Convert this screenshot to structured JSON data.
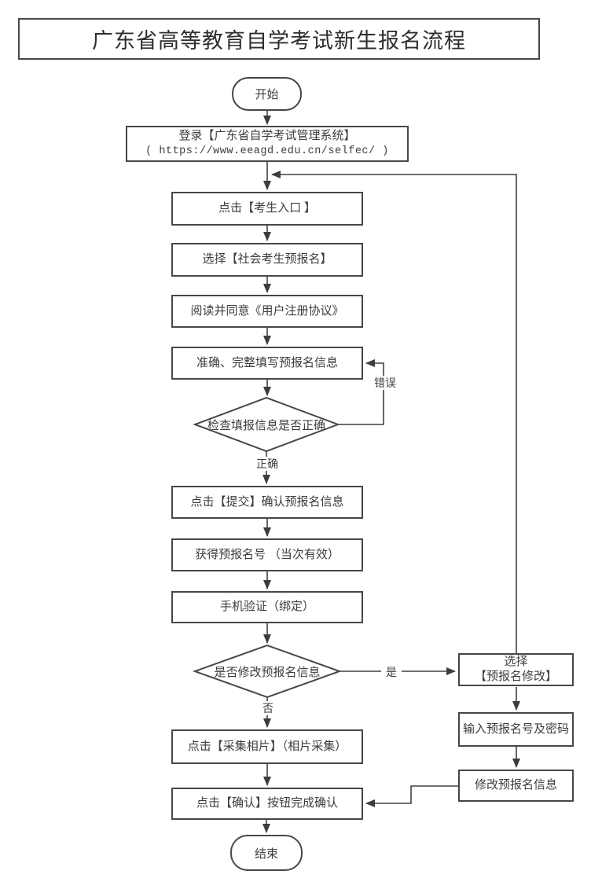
{
  "title": "广东省高等教育自学考试新生报名流程",
  "nodes": {
    "start": "开始",
    "login": {
      "line1": "登录【广东省自学考试管理系统】",
      "line2": "( https://www.eeagd.edu.cn/selfec/ )"
    },
    "click_entry": "点击【考生入口 】",
    "select_prereg": "选择【社会考生预报名】",
    "agree": "阅读并同意《用户注册协议》",
    "fill_info": "准确、完整填写预报名信息",
    "check_info": "检查填报信息是否正确",
    "submit": "点击【提交】确认预报名信息",
    "get_number": "获得预报名号 （当次有效）",
    "phone_verify": "手机验证（绑定）",
    "modify_decision": "是否修改预报名信息",
    "collect_photo": "点击【采集相片】（相片采集）",
    "confirm": "点击【确认】按钮完成确认",
    "end": "结束",
    "select_modify": {
      "line1": "选择",
      "line2": "【预报名修改】"
    },
    "enter_credentials": "输入预报名号及密码",
    "modify_info": "修改预报名信息"
  },
  "edge_labels": {
    "error": "错误",
    "correct": "正确",
    "yes": "是",
    "no": "否"
  },
  "colors": {
    "line": "#414141",
    "border": "#45484b",
    "text": "#3d3d3d",
    "background": "#ffffff"
  }
}
